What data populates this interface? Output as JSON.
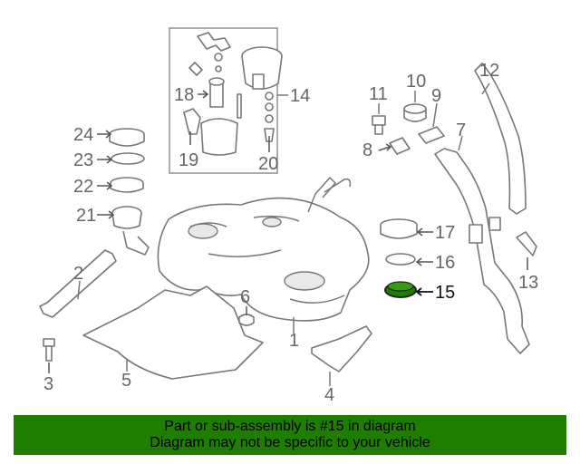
{
  "diagram": {
    "callouts": {
      "c1": "1",
      "c2": "2",
      "c3": "3",
      "c4": "4",
      "c5": "5",
      "c6": "6",
      "c7": "7",
      "c8": "8",
      "c9": "9",
      "c10": "10",
      "c11": "11",
      "c12": "12",
      "c13": "13",
      "c14": "14",
      "c15": "15",
      "c16": "16",
      "c17": "17",
      "c18": "18",
      "c19": "19",
      "c20": "20",
      "c21": "21",
      "c22": "22",
      "c23": "23",
      "c24": "24"
    },
    "highlight": {
      "color": "#1f7d00"
    }
  },
  "banner": {
    "line1": "Part or sub-assembly is #15 in diagram",
    "line2": "Diagram may not be specific to your vehicle",
    "background": "#1f7d00"
  }
}
